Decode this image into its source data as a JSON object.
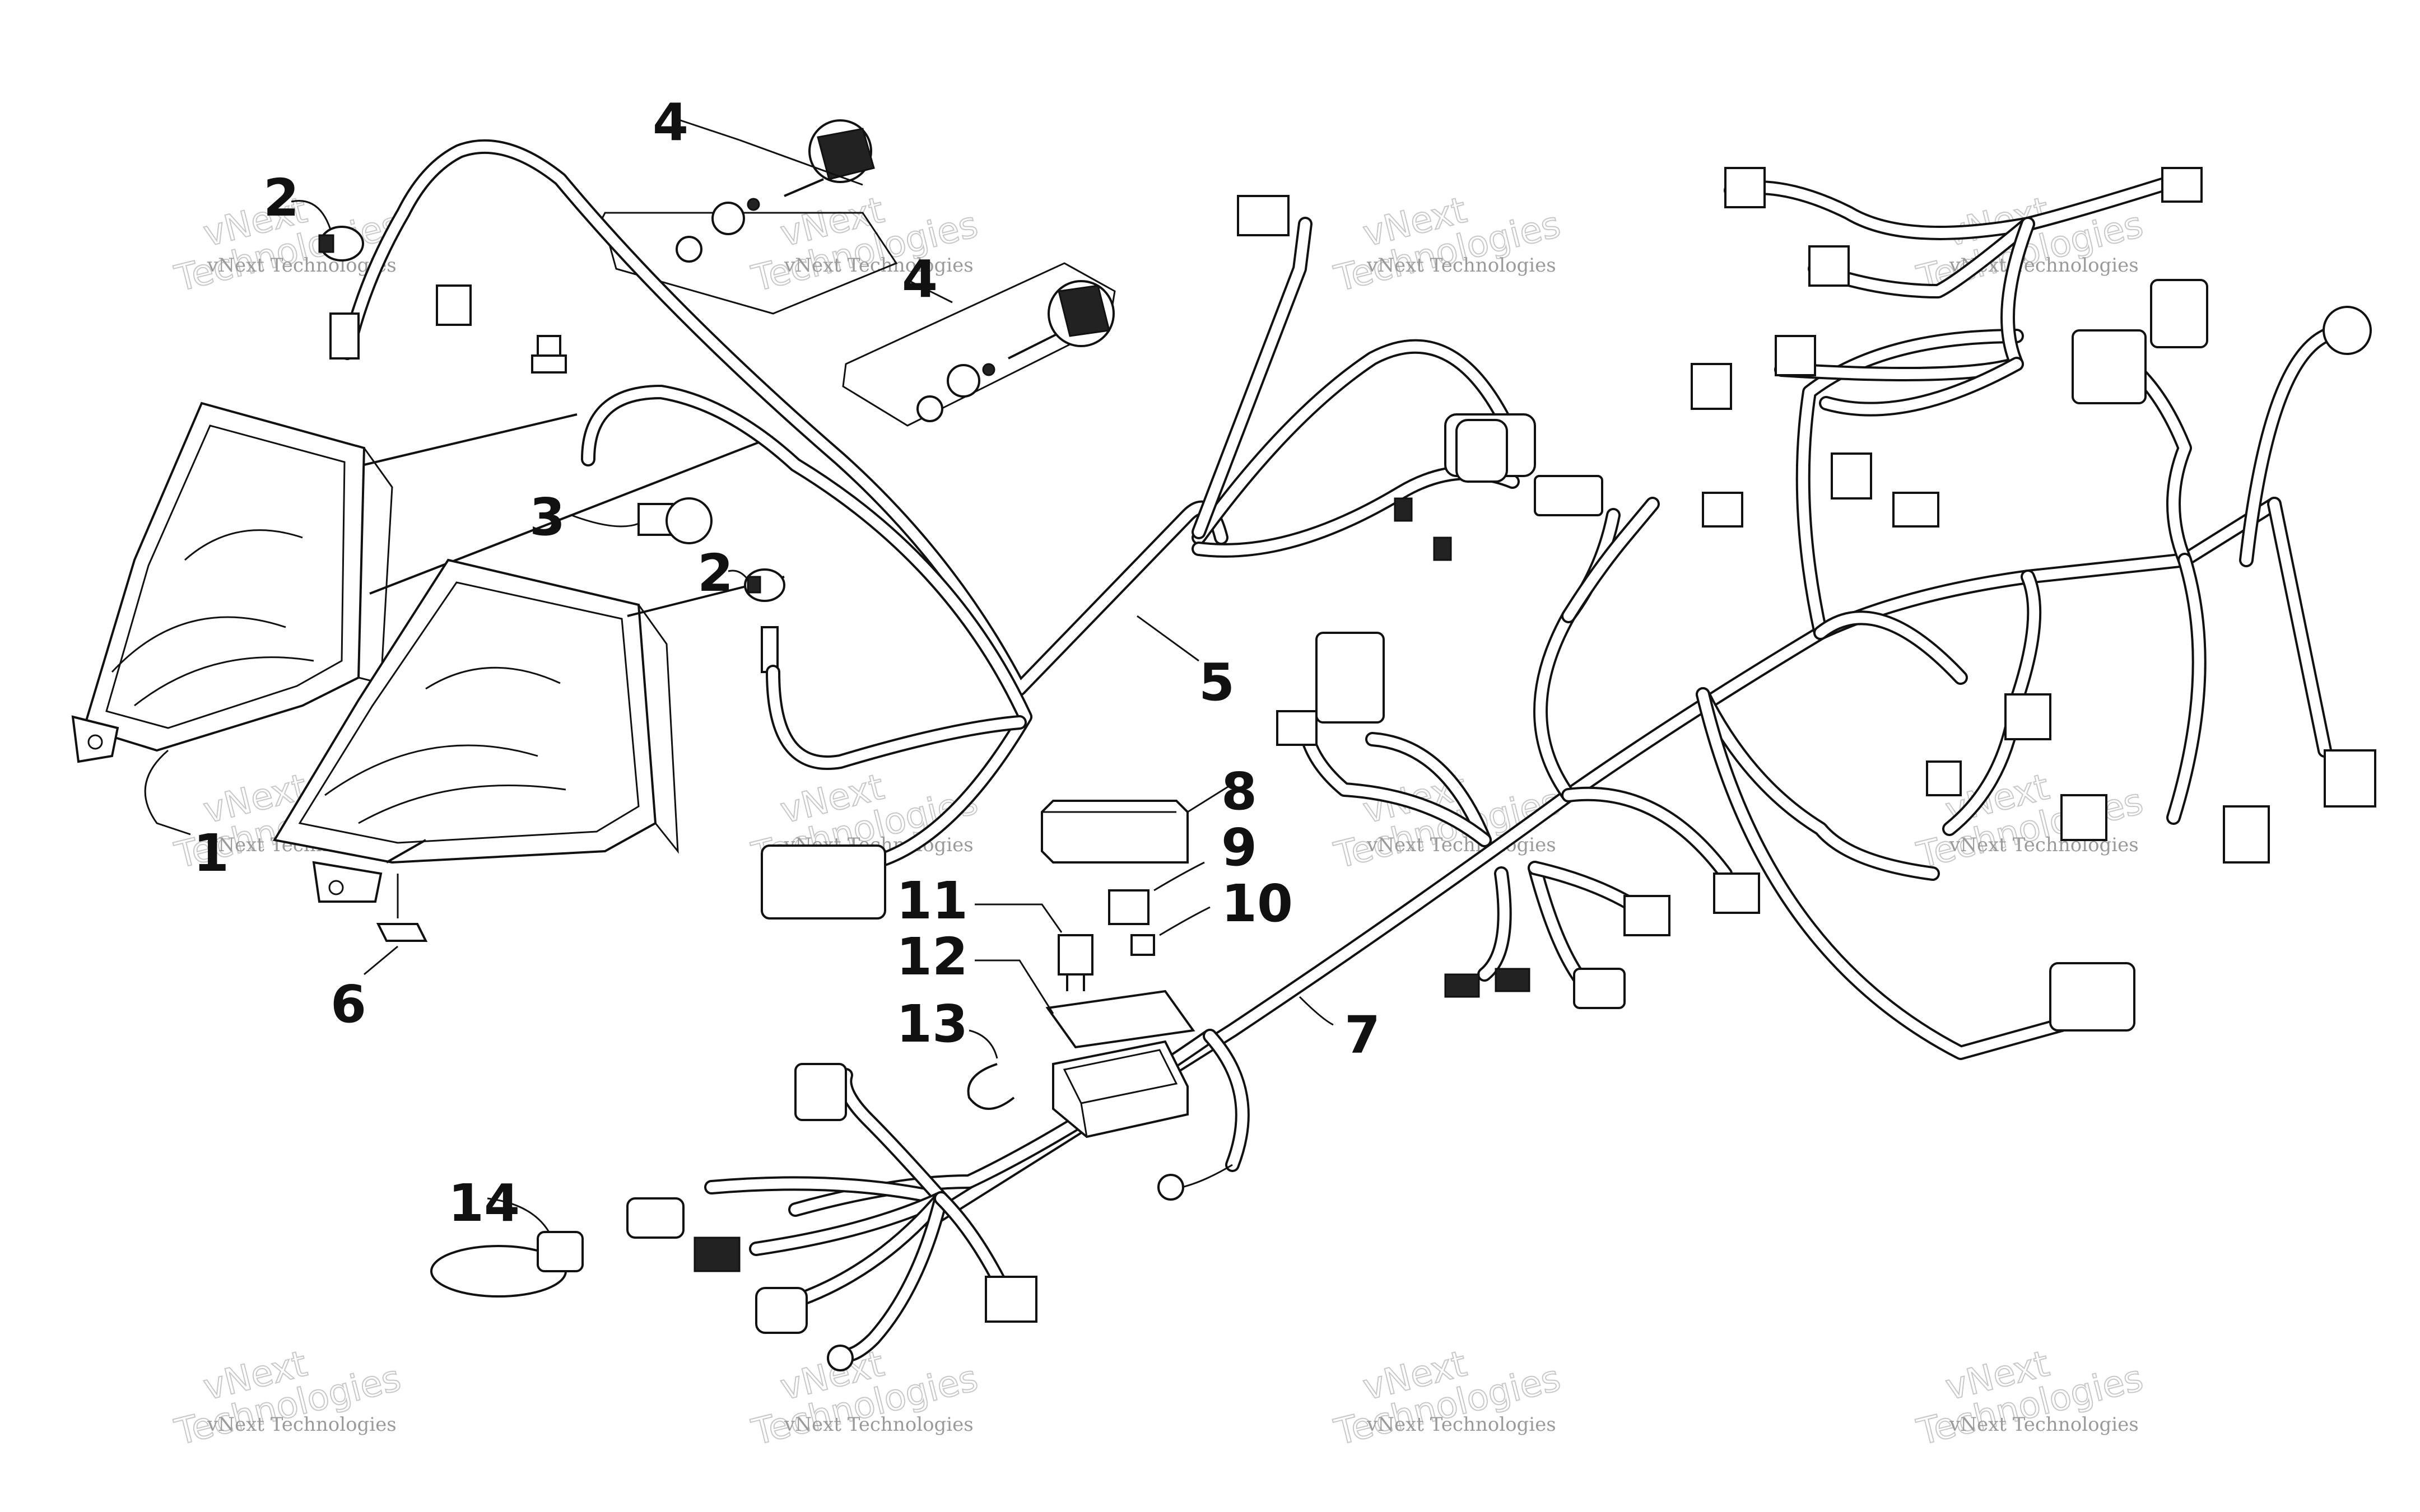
{
  "callouts": [
    {
      "id": "1",
      "label": "1"
    },
    {
      "id": "2a",
      "label": "2"
    },
    {
      "id": "2b",
      "label": "2"
    },
    {
      "id": "3",
      "label": "3"
    },
    {
      "id": "4a",
      "label": "4"
    },
    {
      "id": "4b",
      "label": "4"
    },
    {
      "id": "5",
      "label": "5"
    },
    {
      "id": "6",
      "label": "6"
    },
    {
      "id": "7",
      "label": "7"
    },
    {
      "id": "8",
      "label": "8"
    },
    {
      "id": "9",
      "label": "9"
    },
    {
      "id": "10",
      "label": "10"
    },
    {
      "id": "11",
      "label": "11"
    },
    {
      "id": "12",
      "label": "12"
    },
    {
      "id": "13",
      "label": "13"
    },
    {
      "id": "14",
      "label": "14"
    }
  ],
  "watermark": {
    "line1": "vNext",
    "line2": "Technologies",
    "small": "vNext Technologies"
  }
}
